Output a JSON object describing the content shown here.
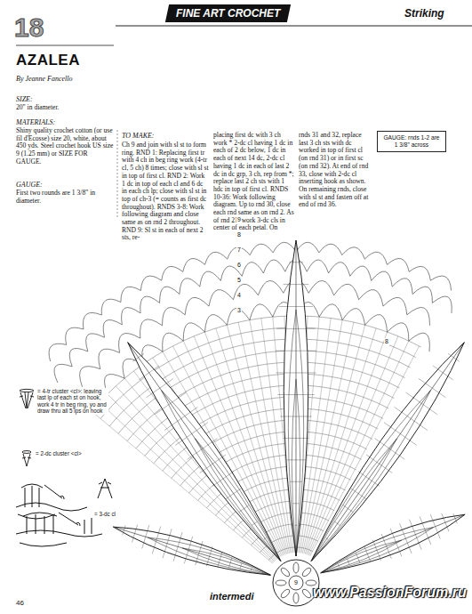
{
  "diagram": {
    "nodes": [
      {
        "text": [
          "FINE ART CROCHET"
        ]
      },
      {
        "text": [
          "GAUGE: rnds 1-2 are 1 3/8\" across"
        ]
      }
    ],
    "labels": [
      "18",
      "Striking",
      "AZALEA",
      "By Jeanne Fancello",
      "SIZE:",
      "20\" in diameter.",
      "MATERIALS:",
      "Shiny quality crochet cotton (or use fil d'Ecosse) size 20, white, about 450 yds. Steel crochet hook US size 9 (1.25 mm) or SIZE FOR GAUGE.",
      "GAUGE:",
      "First two rounds are 1 3/8\" in diameter.",
      "TO MAKE:",
      "Ch 9 and join with sl st to form ring. RND 1: Replacing first tr with 4 ch in beg ring work (4-tr cl, 5 ch) 8 times; close with sl st in top of first cl. RND 2: Work 1 dc in top of each cl and 6 dc in each ch lp; close with sl st in top of ch-3 (= counts as first dc throughout). RNDS 3-8: Work following diagram and close same as on rnd 2 throughout. RND 9: Sl st in each of next 2 sts, re-",
      "placing first dc with 3 ch work * 2-dc cl having 1 dc in each of 2 dc below, 1 dc in each of next 14 dc, 2-dc cl having 1 dc in each of last 2 dc in dc grp, 3 ch, rep from *; replace last 2 ch sts with 1 hdc in top of first cl. RNDS 10-36: Work following diagram. Up to rnd 30, close each rnd same as on rnd 2. As of rnd 21, work 3-dc cls in center of each petal. On",
      "rnds 31 and 32, replace last 3 ch sts with dc worked in top of first cl (on rnd 31) or in first sc (on rnd 32). At end of rnd 33, close with 2-dc cl inserting hook as shown. On remaining rnds, close with sl st and fasten off at end of rnd 36.",
      "9",
      "8",
      "7",
      "6",
      "5",
      "4",
      "3",
      "8",
      "9",
      "46",
      "intermedi",
      "www.PassionForum.ru"
    ],
    "legend": [
      {
        "text": "= 4-tr cluster <cl>: leaving last lp of each st on hook, work 4 tr in beg ring, yo and draw thru all 5 lps on hook"
      },
      {
        "text": "= 2-dc cluster <cl>"
      },
      {
        "text": "= 3-dc cl"
      }
    ]
  }
}
